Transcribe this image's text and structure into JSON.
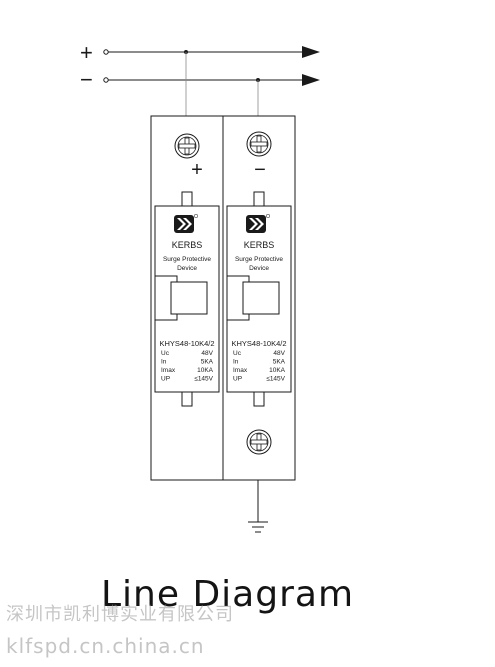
{
  "lines": {
    "positive_sign": "+",
    "negative_sign": "−"
  },
  "modules": [
    {
      "polarity": "+",
      "brand": "KERBS",
      "subtitle_line1": "Surge Protective",
      "subtitle_line2": "Device",
      "model": "KHYS48-10K4/2",
      "specs": [
        {
          "label": "Uc",
          "value": "48V"
        },
        {
          "label": "In",
          "value": "5KA"
        },
        {
          "label": "Imax",
          "value": "10KA"
        },
        {
          "label": "UP",
          "value": "≤145V"
        }
      ]
    },
    {
      "polarity": "−",
      "brand": "KERBS",
      "subtitle_line1": "Surge Protective",
      "subtitle_line2": "Device",
      "model": "KHYS48-10K4/2",
      "specs": [
        {
          "label": "Uc",
          "value": "48V"
        },
        {
          "label": "In",
          "value": "5KA"
        },
        {
          "label": "Imax",
          "value": "10KA"
        },
        {
          "label": "UP",
          "value": "≤145V"
        }
      ]
    }
  ],
  "title": "Line Diagram",
  "watermark": {
    "line1": "深圳市凯利博实业有限公司",
    "line2": "klfspd.cn.china.cn"
  },
  "colors": {
    "stroke": "#1a1a1a",
    "lead": "#8a8a8a",
    "watermark": "#9a9a9a"
  }
}
